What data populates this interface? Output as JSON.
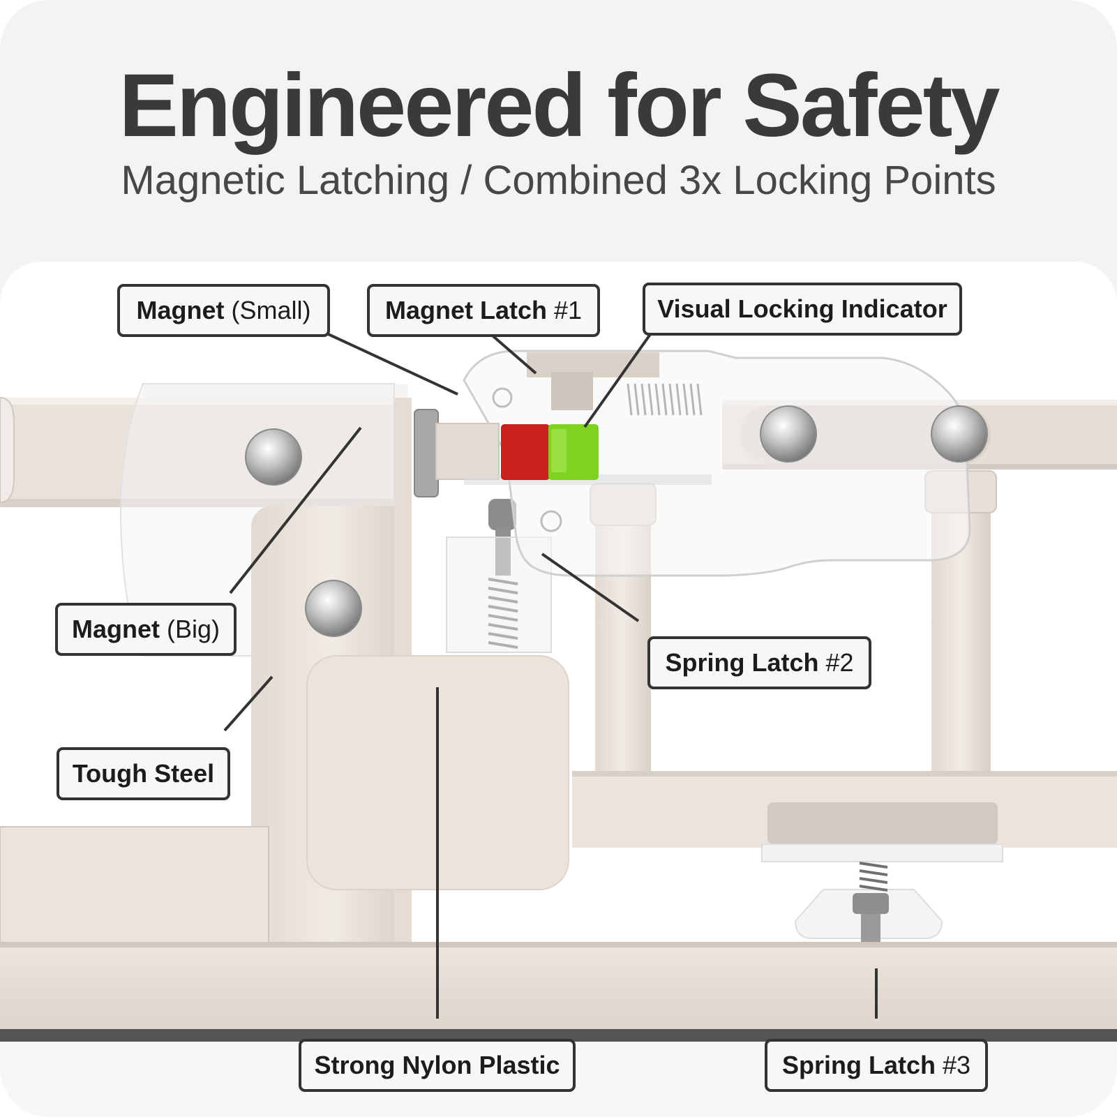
{
  "header": {
    "title": "Engineered for Safety",
    "subtitle": "Magnetic Latching / Combined 3x Locking Points"
  },
  "callouts": {
    "magnet_small": {
      "bold": "Magnet",
      "regular": "(Small)"
    },
    "magnet_latch_1": {
      "bold": "Magnet Latch",
      "regular": "#1"
    },
    "visual_locking_indicator": {
      "bold": "Visual Locking Indicator"
    },
    "magnet_big": {
      "bold": "Magnet",
      "regular": "(Big)"
    },
    "tough_steel": {
      "bold": "Tough Steel"
    },
    "spring_latch_2": {
      "bold": "Spring Latch",
      "regular": "#2"
    },
    "strong_nylon_plastic": {
      "bold": "Strong Nylon Plastic"
    },
    "spring_latch_3": {
      "bold": "Spring Latch",
      "regular": "#3"
    }
  },
  "colors": {
    "frame": "#ebe3dc",
    "frame_shadow": "#d6ccc3",
    "indicator_locked": "#c8211e",
    "indicator_unlocked": "#7ed321",
    "text": "#3a3a3a",
    "callout_border": "#333333"
  }
}
